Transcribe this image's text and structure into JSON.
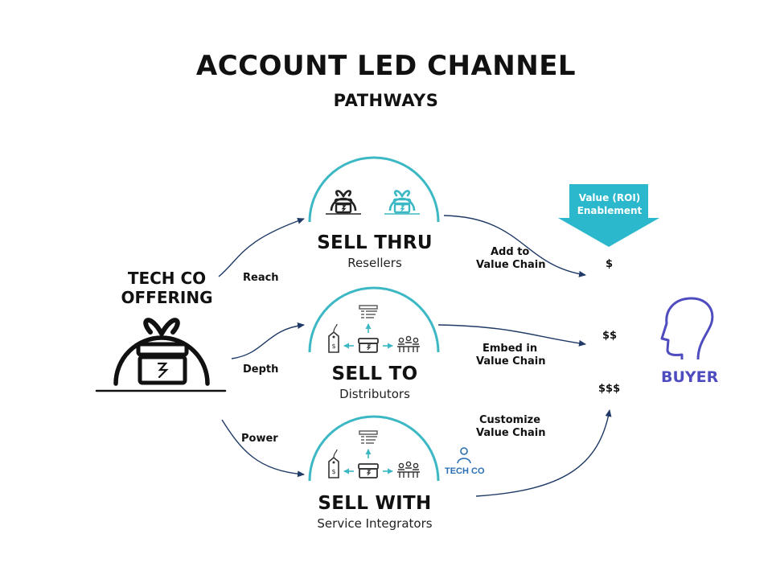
{
  "header": {
    "title": "ACCOUNT LED CHANNEL",
    "subtitle": "PATHWAYS"
  },
  "offering": {
    "line1": "TECH CO",
    "line2": "OFFERING"
  },
  "edges": {
    "reach": "Reach",
    "depth": "Depth",
    "power": "Power"
  },
  "pathways": [
    {
      "name": "SELL THRU",
      "sub": "Resellers",
      "value_chain": [
        "Add to",
        "Value Chain"
      ],
      "price": "$"
    },
    {
      "name": "SELL TO",
      "sub": "Distributors",
      "value_chain": [
        "Embed in",
        "Value Chain"
      ],
      "price": "$$"
    },
    {
      "name": "SELL WITH",
      "sub": "Service Integrators",
      "value_chain": [
        "Customize",
        "Value Chain"
      ],
      "price": "$$$"
    }
  ],
  "banner": {
    "line1": "Value (ROI)",
    "line2": "Enablement"
  },
  "buyer": "BUYER",
  "techco_badge": "TECH CO",
  "icons": {
    "offering": "gift-box-lightning-icon",
    "buyer": "human-head-profile-icon",
    "reseller_1": "gift-box-icon",
    "reseller_2": "gift-box-icon",
    "price_tag": "price-tag-icon",
    "list": "list-document-icon",
    "people": "group-people-icon",
    "person": "person-icon"
  },
  "colors": {
    "teal": "#3bb8c4",
    "navy": "#1f3a66",
    "buyer": "#4f4cc0",
    "banner": "#2cb8cc",
    "text": "#111111"
  }
}
